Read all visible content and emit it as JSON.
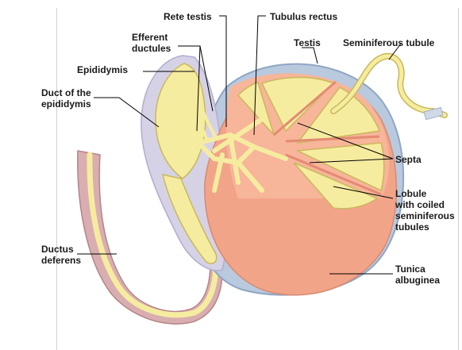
{
  "labels": {
    "rete_testis": "Rete testis",
    "tubulus_rectus": "Tubulus rectus",
    "efferent_ductules": "Efferent\nductules",
    "testis": "Testis",
    "seminiferous_tubule": "Seminiferous tubule",
    "epididymis": "Epididymis",
    "duct_of_epididymis": "Duct of the\nepididymis",
    "septa": "Septa",
    "lobule": "Lobule\nwith coiled\nseminiferous\ntubules",
    "ductus_deferens": "Ductus\ndeferens",
    "tunica_albuginea": "Tunica\nalbuginea"
  },
  "colors": {
    "tunica": "#b9c9de",
    "tunica_edge": "#8fa6c4",
    "testis_body": "#f2a488",
    "testis_inner": "#f7b59a",
    "tubule": "#f6eca0",
    "tubule_edge": "#c9b85a",
    "epididymis_bg": "#d6d2e6",
    "ductus_wall": "#d9aeb0",
    "ductus_tube": "#f6eca0",
    "leader": "#000000"
  }
}
